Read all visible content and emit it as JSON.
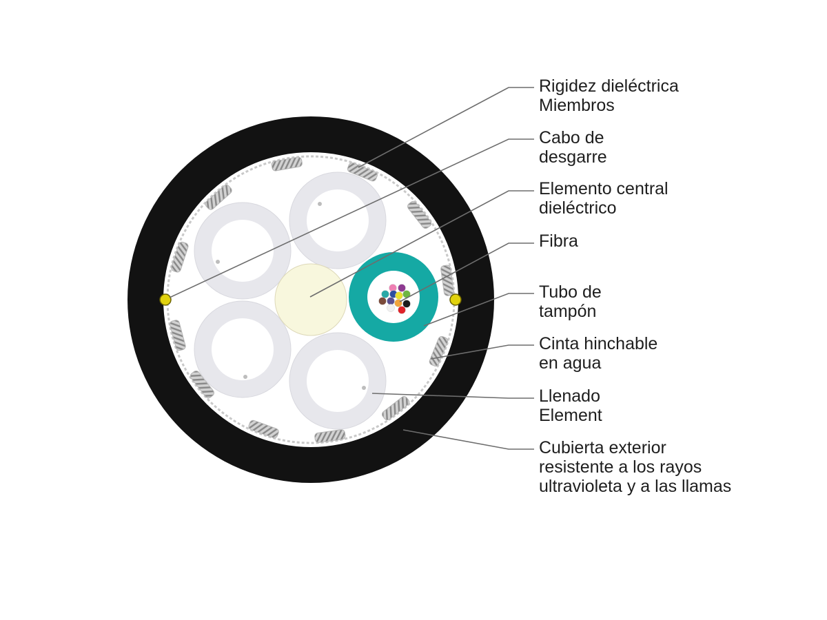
{
  "diagram": {
    "colors": {
      "jacket": "#121212",
      "inner_background": "#ffffff",
      "strength_member": "#b5b5b5",
      "filler_tube": "#e7e7ec",
      "central_element": "#f8f7dd",
      "buffer_tube": "#15a9a4",
      "ripcord": "#e1d20e",
      "leader_line": "#6d6d6d"
    },
    "fiber_colors": [
      "#ee7fb3",
      "#8e3b92",
      "#29a8a6",
      "#2c4da0",
      "#6fb642",
      "#e9df2e",
      "#7a4a3a",
      "#5a4e8f",
      "#f1a43b",
      "#f1f1f1",
      "#1c1c1c",
      "#e0232a"
    ],
    "labels": [
      {
        "id": "strength",
        "lines": [
          "Rigidez dieléctrica",
          "Miembros"
        ]
      },
      {
        "id": "ripcord",
        "lines": [
          "Cabo de",
          "desgarre"
        ]
      },
      {
        "id": "central",
        "lines": [
          "Elemento central",
          "dieléctrico"
        ]
      },
      {
        "id": "fiber",
        "lines": [
          "Fibra"
        ]
      },
      {
        "id": "buffer",
        "lines": [
          "Tubo de",
          "tampón"
        ]
      },
      {
        "id": "water-tape",
        "lines": [
          "Cinta hinchable",
          "en agua"
        ]
      },
      {
        "id": "filler",
        "lines": [
          "Llenado",
          "Element"
        ]
      },
      {
        "id": "jacket",
        "lines": [
          "Cubierta exterior",
          "resistente a los rayos",
          "ultravioleta y a las llamas"
        ]
      }
    ]
  }
}
